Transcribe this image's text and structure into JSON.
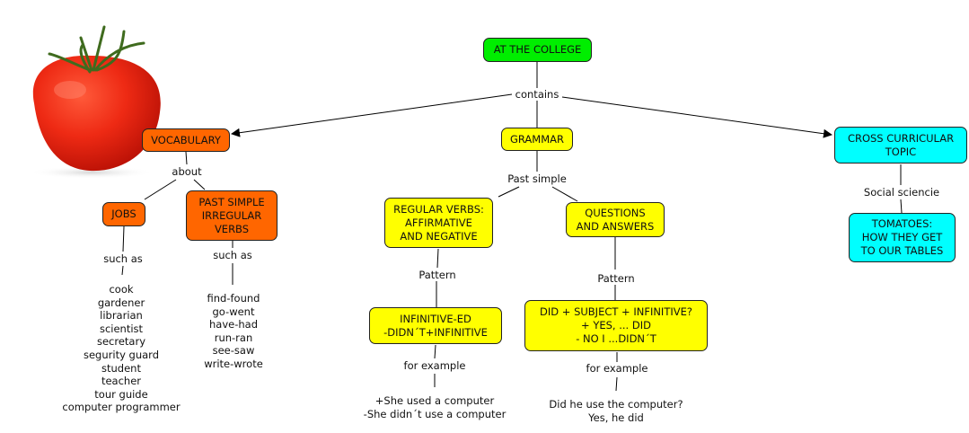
{
  "concept_map": {
    "root": {
      "label": "AT THE COLLEGE",
      "color": "#00ee00"
    },
    "root_link": "contains",
    "image": {
      "name": "tomato-image",
      "alt": "tomato"
    },
    "vocabulary": {
      "label": "VOCABULARY",
      "link": "about",
      "jobs": {
        "label": "JOBS",
        "link": "such as",
        "items": [
          "cook",
          "gardener",
          "librarian",
          "scientist",
          "secretary",
          "segurity guard",
          "student",
          "teacher",
          "tour guide",
          "computer programmer"
        ]
      },
      "irregular": {
        "label": "PAST SIMPLE\nIRREGULAR\nVERBS",
        "link": "such as",
        "items": [
          "find-found",
          "go-went",
          "have-had",
          "run-ran",
          "see-saw",
          "write-wrote"
        ]
      }
    },
    "grammar": {
      "label": "GRAMMAR",
      "link": "Past simple",
      "regular": {
        "label": "REGULAR VERBS:\nAFFIRMATIVE\nAND NEGATIVE",
        "pattern_link": "Pattern",
        "pattern": "INFINITIVE-ED\n-DIDN´T+INFINITIVE",
        "example_link": "for example",
        "examples": [
          "+She used a computer",
          "-She didn´t use a computer"
        ]
      },
      "questions": {
        "label": "QUESTIONS\nAND ANSWERS",
        "pattern_link": "Pattern",
        "pattern": "DID + SUBJECT + INFINITIVE?\n+ YES, ... DID\n- NO I ...DIDN´T",
        "example_link": "for example",
        "examples": [
          "Did he use the computer?",
          "Yes, he did"
        ]
      }
    },
    "cross": {
      "label": "CROSS CURRICULAR\nTOPIC",
      "link": "Social sciencie",
      "topic": "TOMATOES:\nHOW THEY GET\nTO OUR TABLES"
    },
    "colors": {
      "root": "#00ee00",
      "vocabulary": "#ff6600",
      "grammar": "#ffff00",
      "cross": "#00ffff"
    }
  }
}
